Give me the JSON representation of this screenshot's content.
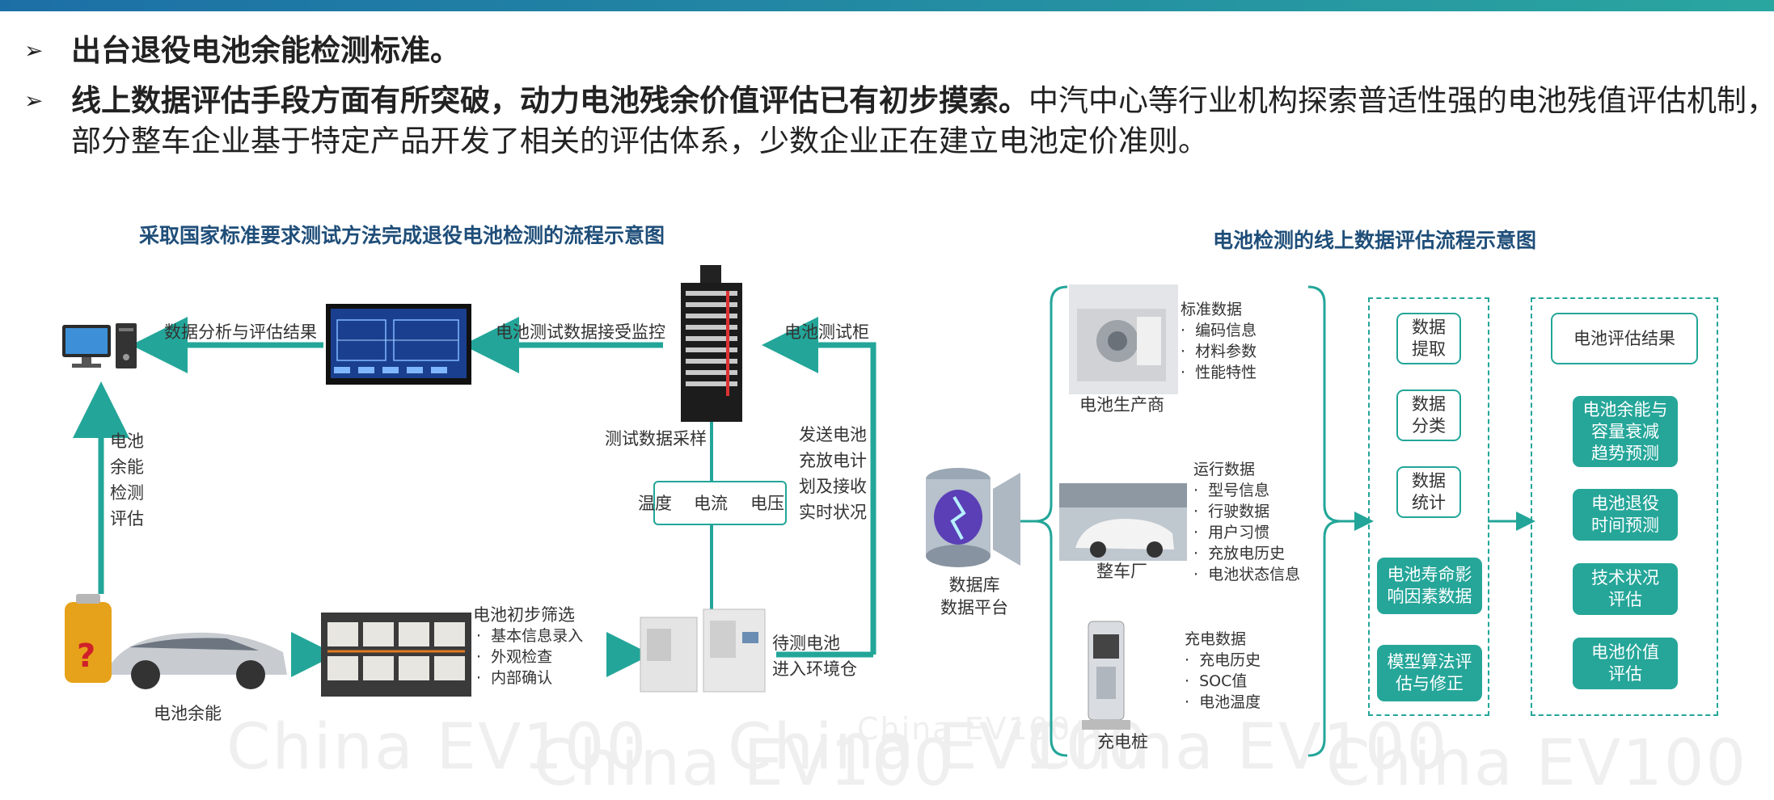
{
  "bullets": {
    "b1_bold": "出台退役电池余能检测标准。",
    "b2_bold": "线上数据评估手段方面有所突破，动力电池残余价值评估已有初步摸索。",
    "b2_rest": "中汽中心等行业机构探索普适性强的电池残值评估机制，部分整车企业基于特定产品开发了相关的评估体系，少数企业正在建立电池定价准则。"
  },
  "watermark": "China EV100",
  "left_diagram": {
    "title": "采取国家标准要求测试方法完成退役电池检测的流程示意图",
    "arrow_labels": {
      "analysis_result": "数据分析与评估结果",
      "receive_monitor": "电池测试数据接受监控",
      "test_cabinet": "电池测试柜",
      "sampling": "测试数据采样",
      "send_plan": "发送电池\n充放电计\n划及接收\n实时状况",
      "pending_battery": "待测电池\n进入环境仓",
      "residual_eval": "电池\n余能\n检测\n评估"
    },
    "sensors": {
      "temperature": "温度",
      "current": "电流",
      "voltage": "电压"
    },
    "screening": {
      "title": "电池初步筛选",
      "items": [
        "基本信息录入",
        "外观检查",
        "内部确认"
      ]
    },
    "car_caption": "电池余能"
  },
  "right_diagram": {
    "title": "电池检测的线上数据评估流程示意图",
    "database_caption": "数据库\n数据平台",
    "sources": [
      {
        "caption": "电池生产商",
        "title": "标准数据",
        "items": [
          "编码信息",
          "材料参数",
          "性能特性"
        ]
      },
      {
        "caption": "整车厂",
        "title": "运行数据",
        "items": [
          "型号信息",
          "行驶数据",
          "用户习惯",
          "充放电历史",
          "电池状态信息"
        ]
      },
      {
        "caption": "充电桩",
        "title": "充电数据",
        "items": [
          "充电历史",
          "SOC值",
          "电池温度"
        ]
      }
    ],
    "steps": [
      "数据\n提取",
      "数据\n分类",
      "数据\n统计"
    ],
    "steps_filled": [
      "电池寿命影\n响因素数据",
      "模型算法评\n估与修正"
    ],
    "result_title": "电池评估结果",
    "results": [
      "电池余能与\n容量衰减\n趋势预测",
      "电池退役\n时间预测",
      "技术状况\n评估",
      "电池价值\n评估"
    ]
  },
  "colors": {
    "teal": "#23a699",
    "title_blue": "#1f4e79"
  }
}
